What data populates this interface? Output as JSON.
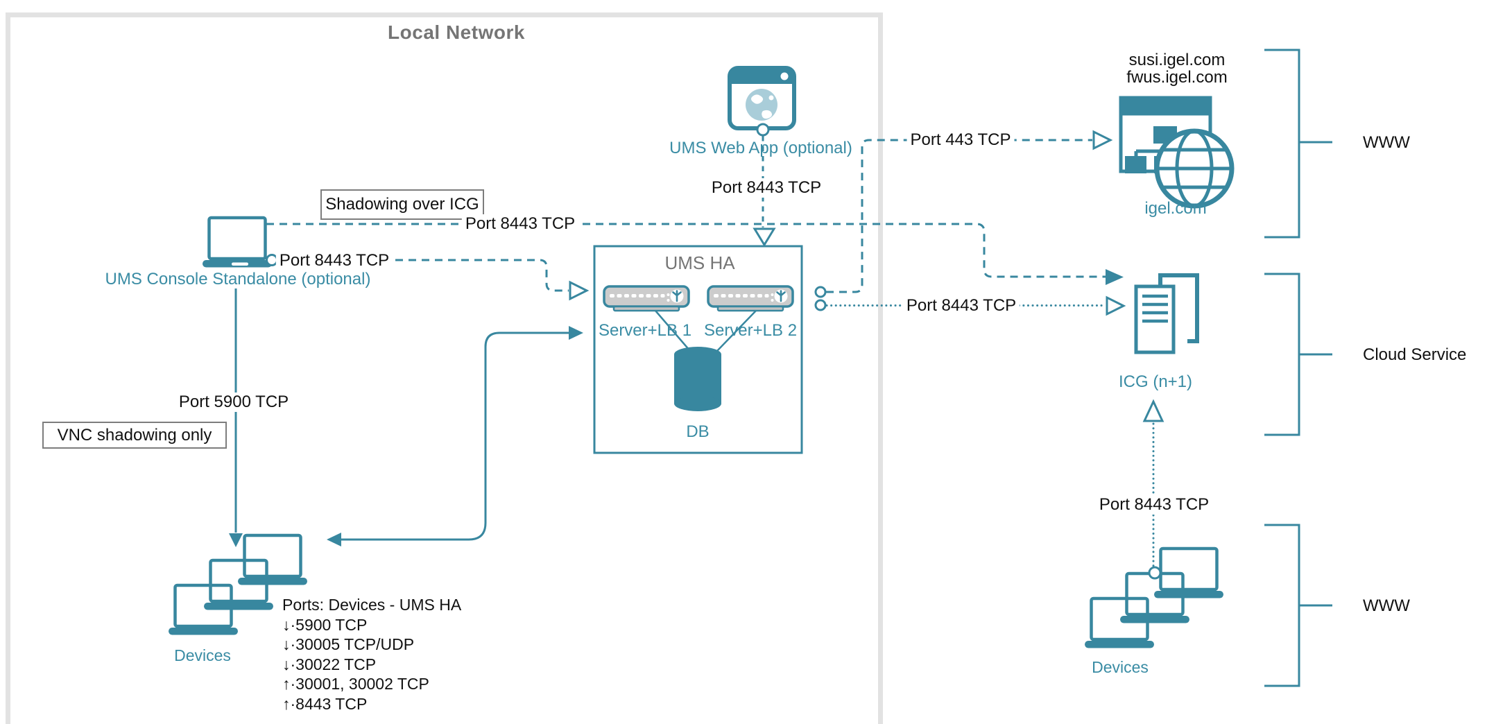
{
  "colors": {
    "teal": "#38879f",
    "teal_text": "#3a8ca4",
    "teal_light_globe": "#a9cdd9",
    "gray_text": "#757575",
    "local_network_border": "#e2e2e2",
    "callout_border": "#7d7d7d",
    "server_fill": "#cccccc"
  },
  "local_network": {
    "title": "Local Network"
  },
  "console": {
    "label": "UMS Console Standalone (optional)"
  },
  "web_app": {
    "label": "UMS Web App (optional)",
    "port_label": "Port 8443 TCP"
  },
  "ums_ha": {
    "title": "UMS HA",
    "server1": "Server+LB 1",
    "server2": "Server+LB 2",
    "db": "DB"
  },
  "callouts": {
    "shadowing": "Shadowing over ICG",
    "vnc": "VNC shadowing only"
  },
  "connections": {
    "shadowing_line": "Port 8443 TCP",
    "console_to_ums": "Port 8443 TCP",
    "console_to_devices": "Port 5900 TCP",
    "ums_to_igel": "Port 443 TCP",
    "ums_to_icg": "Port 8443 TCP",
    "icg_to_devices": "Port 8443 TCP"
  },
  "igel": {
    "domain1": "susi.igel.com",
    "domain2": "fwus.igel.com",
    "label": "igel.com"
  },
  "icg": {
    "label": "ICG (n+1)"
  },
  "devices_left": {
    "label": "Devices"
  },
  "devices_right": {
    "label": "Devices"
  },
  "ports_list": {
    "title": "Ports: Devices - UMS HA",
    "items": [
      "↓·5900 TCP",
      "↓·30005 TCP/UDP",
      "↓·30022 TCP",
      "↑·30001, 30002 TCP",
      "↑·8443 TCP"
    ]
  },
  "brackets": {
    "top": "WWW",
    "middle": "Cloud Service",
    "bottom": "WWW"
  }
}
